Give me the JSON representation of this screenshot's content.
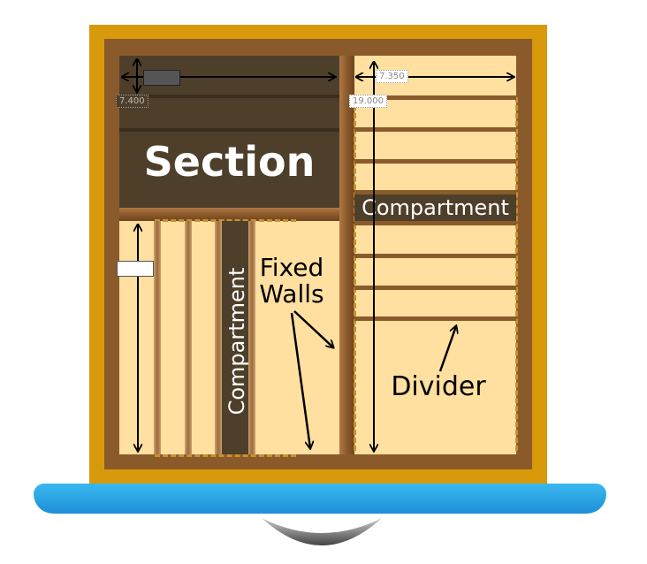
{
  "labels": {
    "section": "Section",
    "compartment_horizontal": "Compartment",
    "compartment_vertical": "Compartment",
    "fixed_walls": "Fixed Walls",
    "divider": "Divider"
  },
  "dimensions": {
    "top_left_width": "",
    "top_left_height": "7.400",
    "right_width": "7.350",
    "right_height": "19.000",
    "bottom_left_height": ""
  },
  "colors": {
    "frame": "#d89a0a",
    "wood": "#ffe0a0",
    "wall": "#8b5a2b",
    "section_dark": "#4e3f2b",
    "base_blue": "#1e8fd8"
  }
}
